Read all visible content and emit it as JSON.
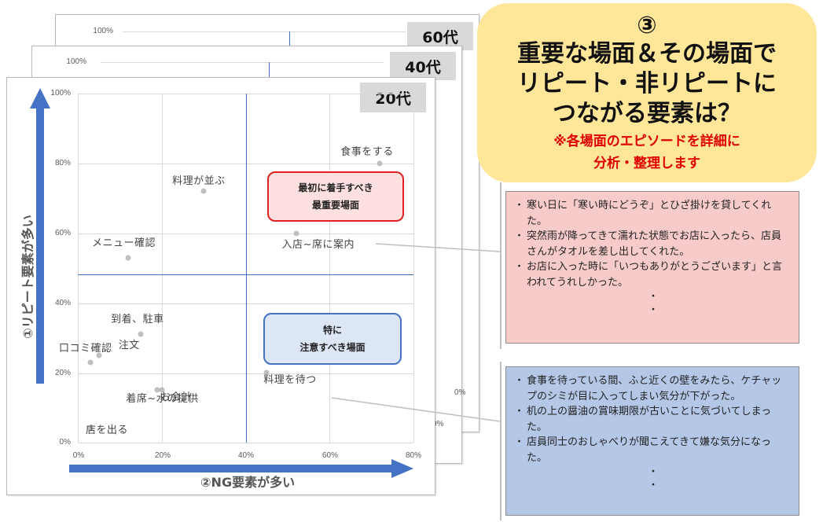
{
  "back_sheets": [
    {
      "age": "60代",
      "top_tick": "100%"
    },
    {
      "age": "40代",
      "top_tick": "100%",
      "right_ticks": [
        "0%",
        "0%"
      ]
    }
  ],
  "chart": {
    "age": "20代",
    "y_ticks": [
      "100%",
      "80%",
      "60%",
      "40%",
      "20%",
      "0%"
    ],
    "x_ticks": [
      "0%",
      "20%",
      "40%",
      "60%",
      "80%"
    ],
    "y_axis_title": "①リピート要素が多い",
    "x_axis_title": "②NG要素が多い",
    "callout_important": {
      "line1": "最初に着手すべき",
      "line2": "最重要場面",
      "border_color": "#e02020",
      "fill": "#ffe0e0"
    },
    "callout_caution": {
      "line1": "特に",
      "line2": "注意すべき場面",
      "border_color": "#4472c4",
      "fill": "#dde6f5"
    }
  },
  "chart_data": {
    "type": "scatter",
    "xlabel": "②NG要素が多い",
    "ylabel": "①リピート要素が多い",
    "xlim": [
      0,
      0.8
    ],
    "ylim": [
      0,
      1.0
    ],
    "x_ticks": [
      "0%",
      "20%",
      "40%",
      "60%",
      "80%"
    ],
    "y_ticks": [
      "0%",
      "20%",
      "40%",
      "60%",
      "80%",
      "100%"
    ],
    "reference_lines": {
      "x": 0.4,
      "y": 0.48
    },
    "points": [
      {
        "label": "食事をする",
        "x": 0.72,
        "y": 0.8
      },
      {
        "label": "料理が並ぶ",
        "x": 0.3,
        "y": 0.72
      },
      {
        "label": "入店~席に案内",
        "x": 0.52,
        "y": 0.6
      },
      {
        "label": "メニュー確認",
        "x": 0.12,
        "y": 0.53
      },
      {
        "label": "到着、駐車",
        "x": 0.15,
        "y": 0.31
      },
      {
        "label": "口コミ確認",
        "x": 0.03,
        "y": 0.23
      },
      {
        "label": "注文",
        "x": 0.05,
        "y": 0.25
      },
      {
        "label": "料理を待つ",
        "x": 0.45,
        "y": 0.2
      },
      {
        "label": "着席~水の提供",
        "x": 0.19,
        "y": 0.15
      },
      {
        "label": "お会計",
        "x": 0.2,
        "y": 0.15
      },
      {
        "label": "店を出る",
        "x": 0.03,
        "y": 0.04
      }
    ]
  },
  "title_box": {
    "number": "③",
    "line1": "重要な場面＆その場面で",
    "line2": "リピート・非リピートに",
    "line3": "つながる要素は？",
    "note1": "※各場面のエピソードを詳細に",
    "note2": "分析・整理します"
  },
  "positive_episodes": {
    "fill": "#f8cbcb",
    "items": [
      "寒い日に「寒い時にどうぞ」とひざ掛けを貸してくれた。",
      "突然雨が降ってきて濡れた状態でお店に入ったら、店員さんがタオルを差し出してくれた。",
      "お店に入った時に「いつもありがとうございます」と言われてうれしかった。"
    ],
    "more": "・"
  },
  "negative_episodes": {
    "fill": "#b4c7e7",
    "items": [
      "食事を待っている間、ふと近くの壁をみたら、ケチャップのシミが目に入ってしまい気分が下がった。",
      "机の上の醤油の賞味期限が古いことに気づいてしまった。",
      "店員同士のおしゃべりが聞こえてきて嫌な気分になった。"
    ],
    "more": "・"
  }
}
